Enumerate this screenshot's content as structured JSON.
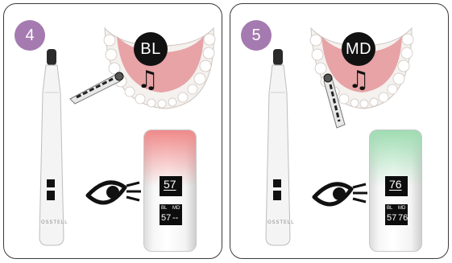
{
  "panels": [
    {
      "step": "4",
      "code": "BL",
      "device_label": "OSSTELL",
      "display": {
        "main": "57",
        "left_label": "BL",
        "right_label": "MD",
        "left_value": "57",
        "right_value": "--"
      },
      "glow_color": "#f08a8a"
    },
    {
      "step": "5",
      "code": "MD",
      "device_label": "OSSTELL",
      "display": {
        "main": "76",
        "left_label": "BL",
        "right_label": "MD",
        "left_value": "57",
        "right_value": "76"
      },
      "glow_color": "#9fdcb2"
    }
  ],
  "icons": [
    "music-note-icon",
    "eye-icon"
  ]
}
